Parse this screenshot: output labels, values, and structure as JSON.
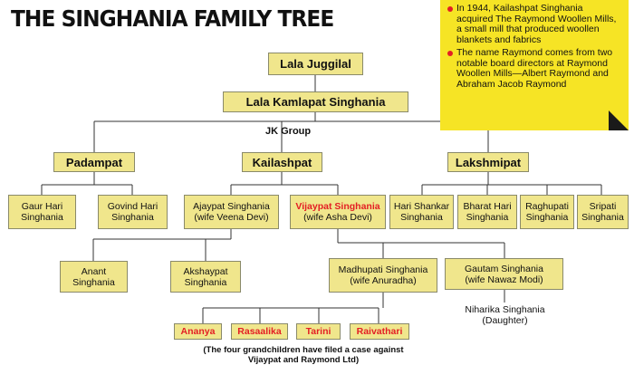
{
  "title": "THE SINGHANIA FAMILY TREE",
  "group_label": "JK Group",
  "nodes": {
    "lala_juggilal": "Lala Juggilal",
    "lala_kamlapat": "Lala Kamlapat Singhania",
    "padampat": "Padampat",
    "kailashpat": "Kailashpat",
    "lakshmipat": "Lakshmipat",
    "gaur_hari": [
      "Gaur Hari",
      "Singhania"
    ],
    "govind_hari": [
      "Govind Hari",
      "Singhania"
    ],
    "ajaypat": [
      "Ajaypat Singhania",
      "(wife Veena Devi)"
    ],
    "vijaypat": [
      "Vijaypat Singhania",
      "(wife Asha Devi)"
    ],
    "hari_shankar": [
      "Hari Shankar",
      "Singhania"
    ],
    "bharat_hari": [
      "Bharat Hari",
      "Singhania"
    ],
    "raghupati": [
      "Raghupati",
      "Singhania"
    ],
    "sripati": [
      "Sripati",
      "Singhania"
    ],
    "anant": [
      "Anant",
      "Singhania"
    ],
    "akshaypat": [
      "Akshaypat",
      "Singhania"
    ],
    "madhupati": [
      "Madhupati Singhania",
      "(wife Anuradha)"
    ],
    "gautam": [
      "Gautam Singhania",
      "(wife Nawaz Modi)"
    ],
    "niharika": [
      "Niharika Singhania",
      "(Daughter)"
    ],
    "ananya": "Ananya",
    "rasaalika": "Rasaalika",
    "tarini": "Tarini",
    "raivathari": "Raivathari"
  },
  "footnote": "(The four grandchildren have filed a case against Vijaypat and Raymond Ltd)",
  "notes": [
    "In 1944, Kailashpat Singhania acquired The Raymond Woollen Mills, a small mill that produced woollen blankets and fabrics",
    "The name Raymond comes from two notable board directors at Raymond Woollen Mills—Albert Raymond and Abraham Jacob Raymond"
  ],
  "colors": {
    "box_fill": "#f0e68c",
    "highlight_red": "#e31e24",
    "note_yellow": "#f6e425"
  }
}
